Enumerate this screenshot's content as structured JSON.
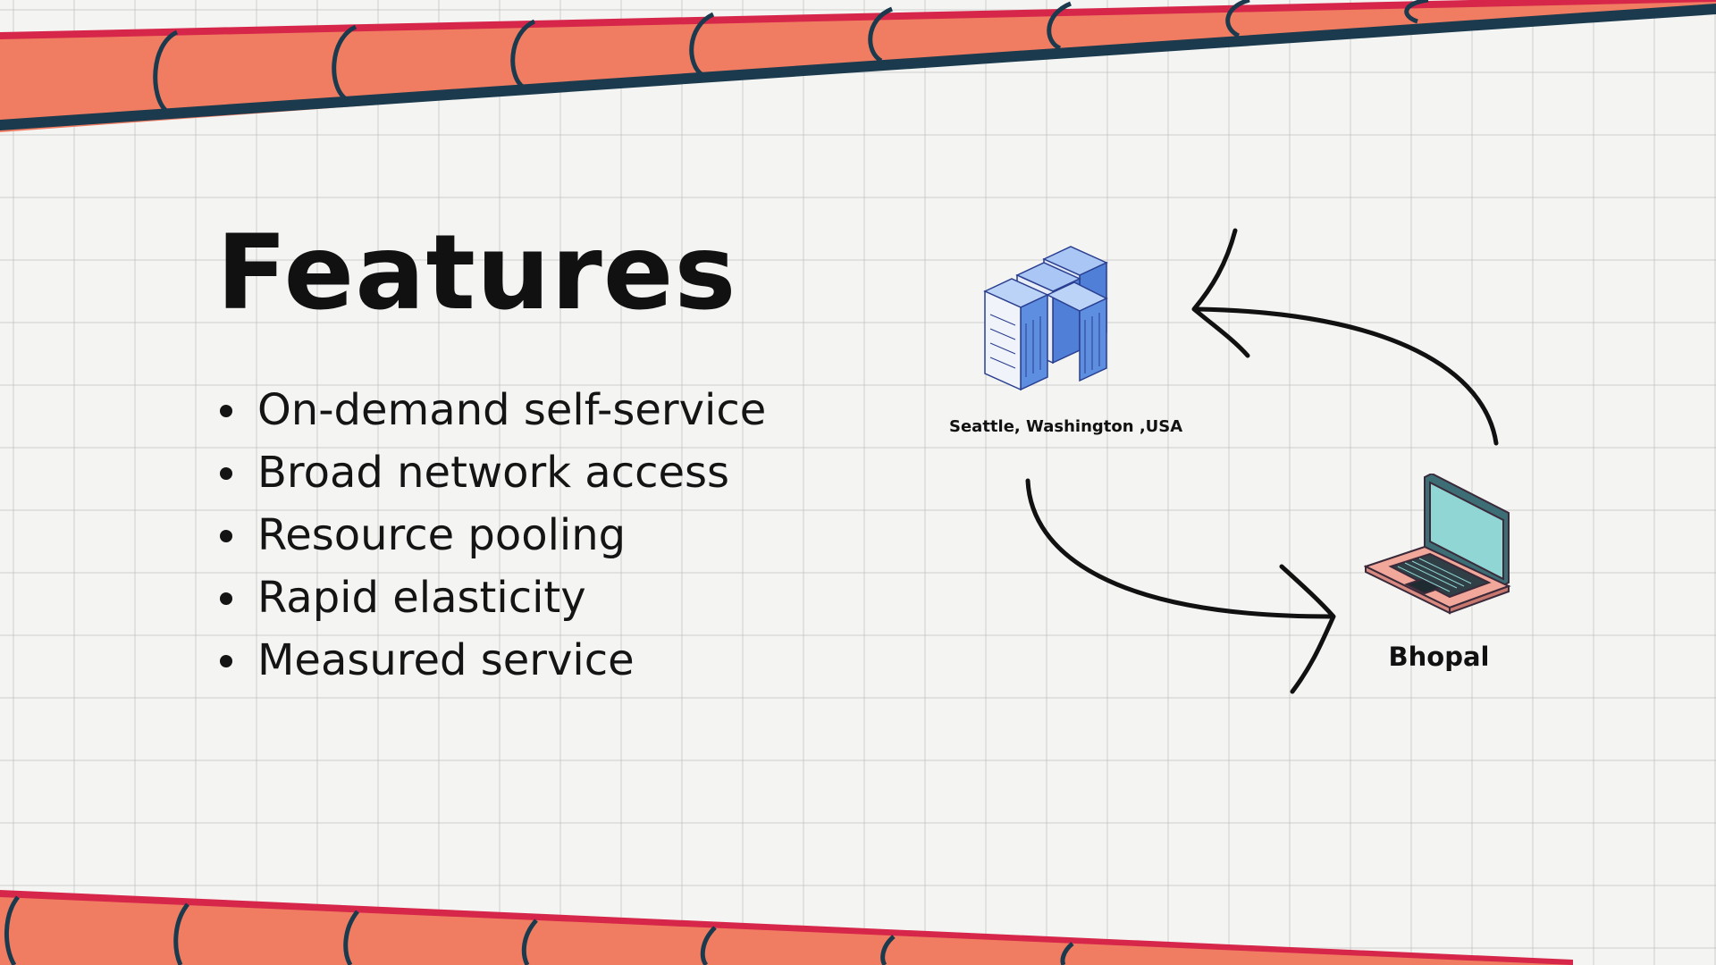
{
  "slide": {
    "title": "Features",
    "features": [
      "On-demand self-service",
      "Broad network access",
      "Resource pooling",
      "Rapid elasticity",
      "Measured service"
    ]
  },
  "diagram": {
    "server_label": "Seattle, Washington ,USA",
    "laptop_label": "Bhopal",
    "server_icon": "server-rack-icon",
    "laptop_icon": "laptop-icon"
  },
  "colors": {
    "banner_fill": "#f07d62",
    "banner_edge_top": "#d6264a",
    "banner_edge_bottom": "#1b3a4d",
    "text": "#111111",
    "server_blue": "#6f9de6",
    "laptop_pink": "#f2a79b",
    "laptop_screen": "#8fd6d4"
  }
}
